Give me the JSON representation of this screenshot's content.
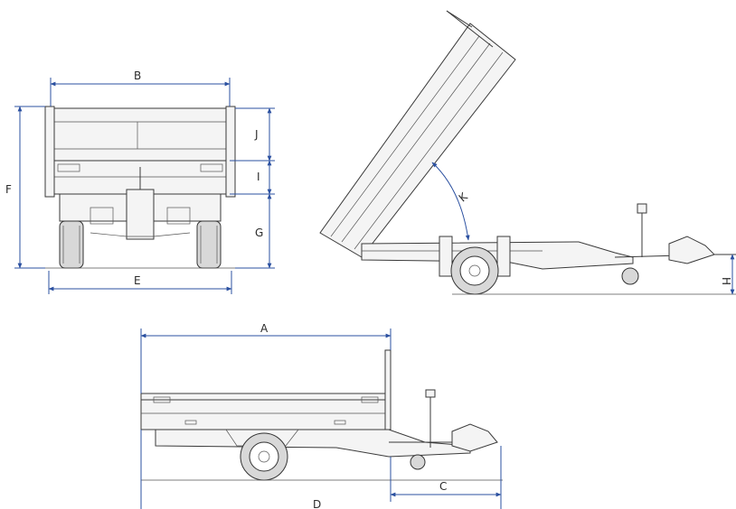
{
  "dimension_labels": {
    "A": "A",
    "B": "B",
    "C": "C",
    "D": "D",
    "E": "E",
    "F": "F",
    "G": "G",
    "H": "H",
    "I": "I",
    "J": "J",
    "K": "K"
  },
  "colors": {
    "dimension_line": "#2b50a0",
    "outline": "#3a3a3a",
    "tyre": "#d8d8d8"
  }
}
